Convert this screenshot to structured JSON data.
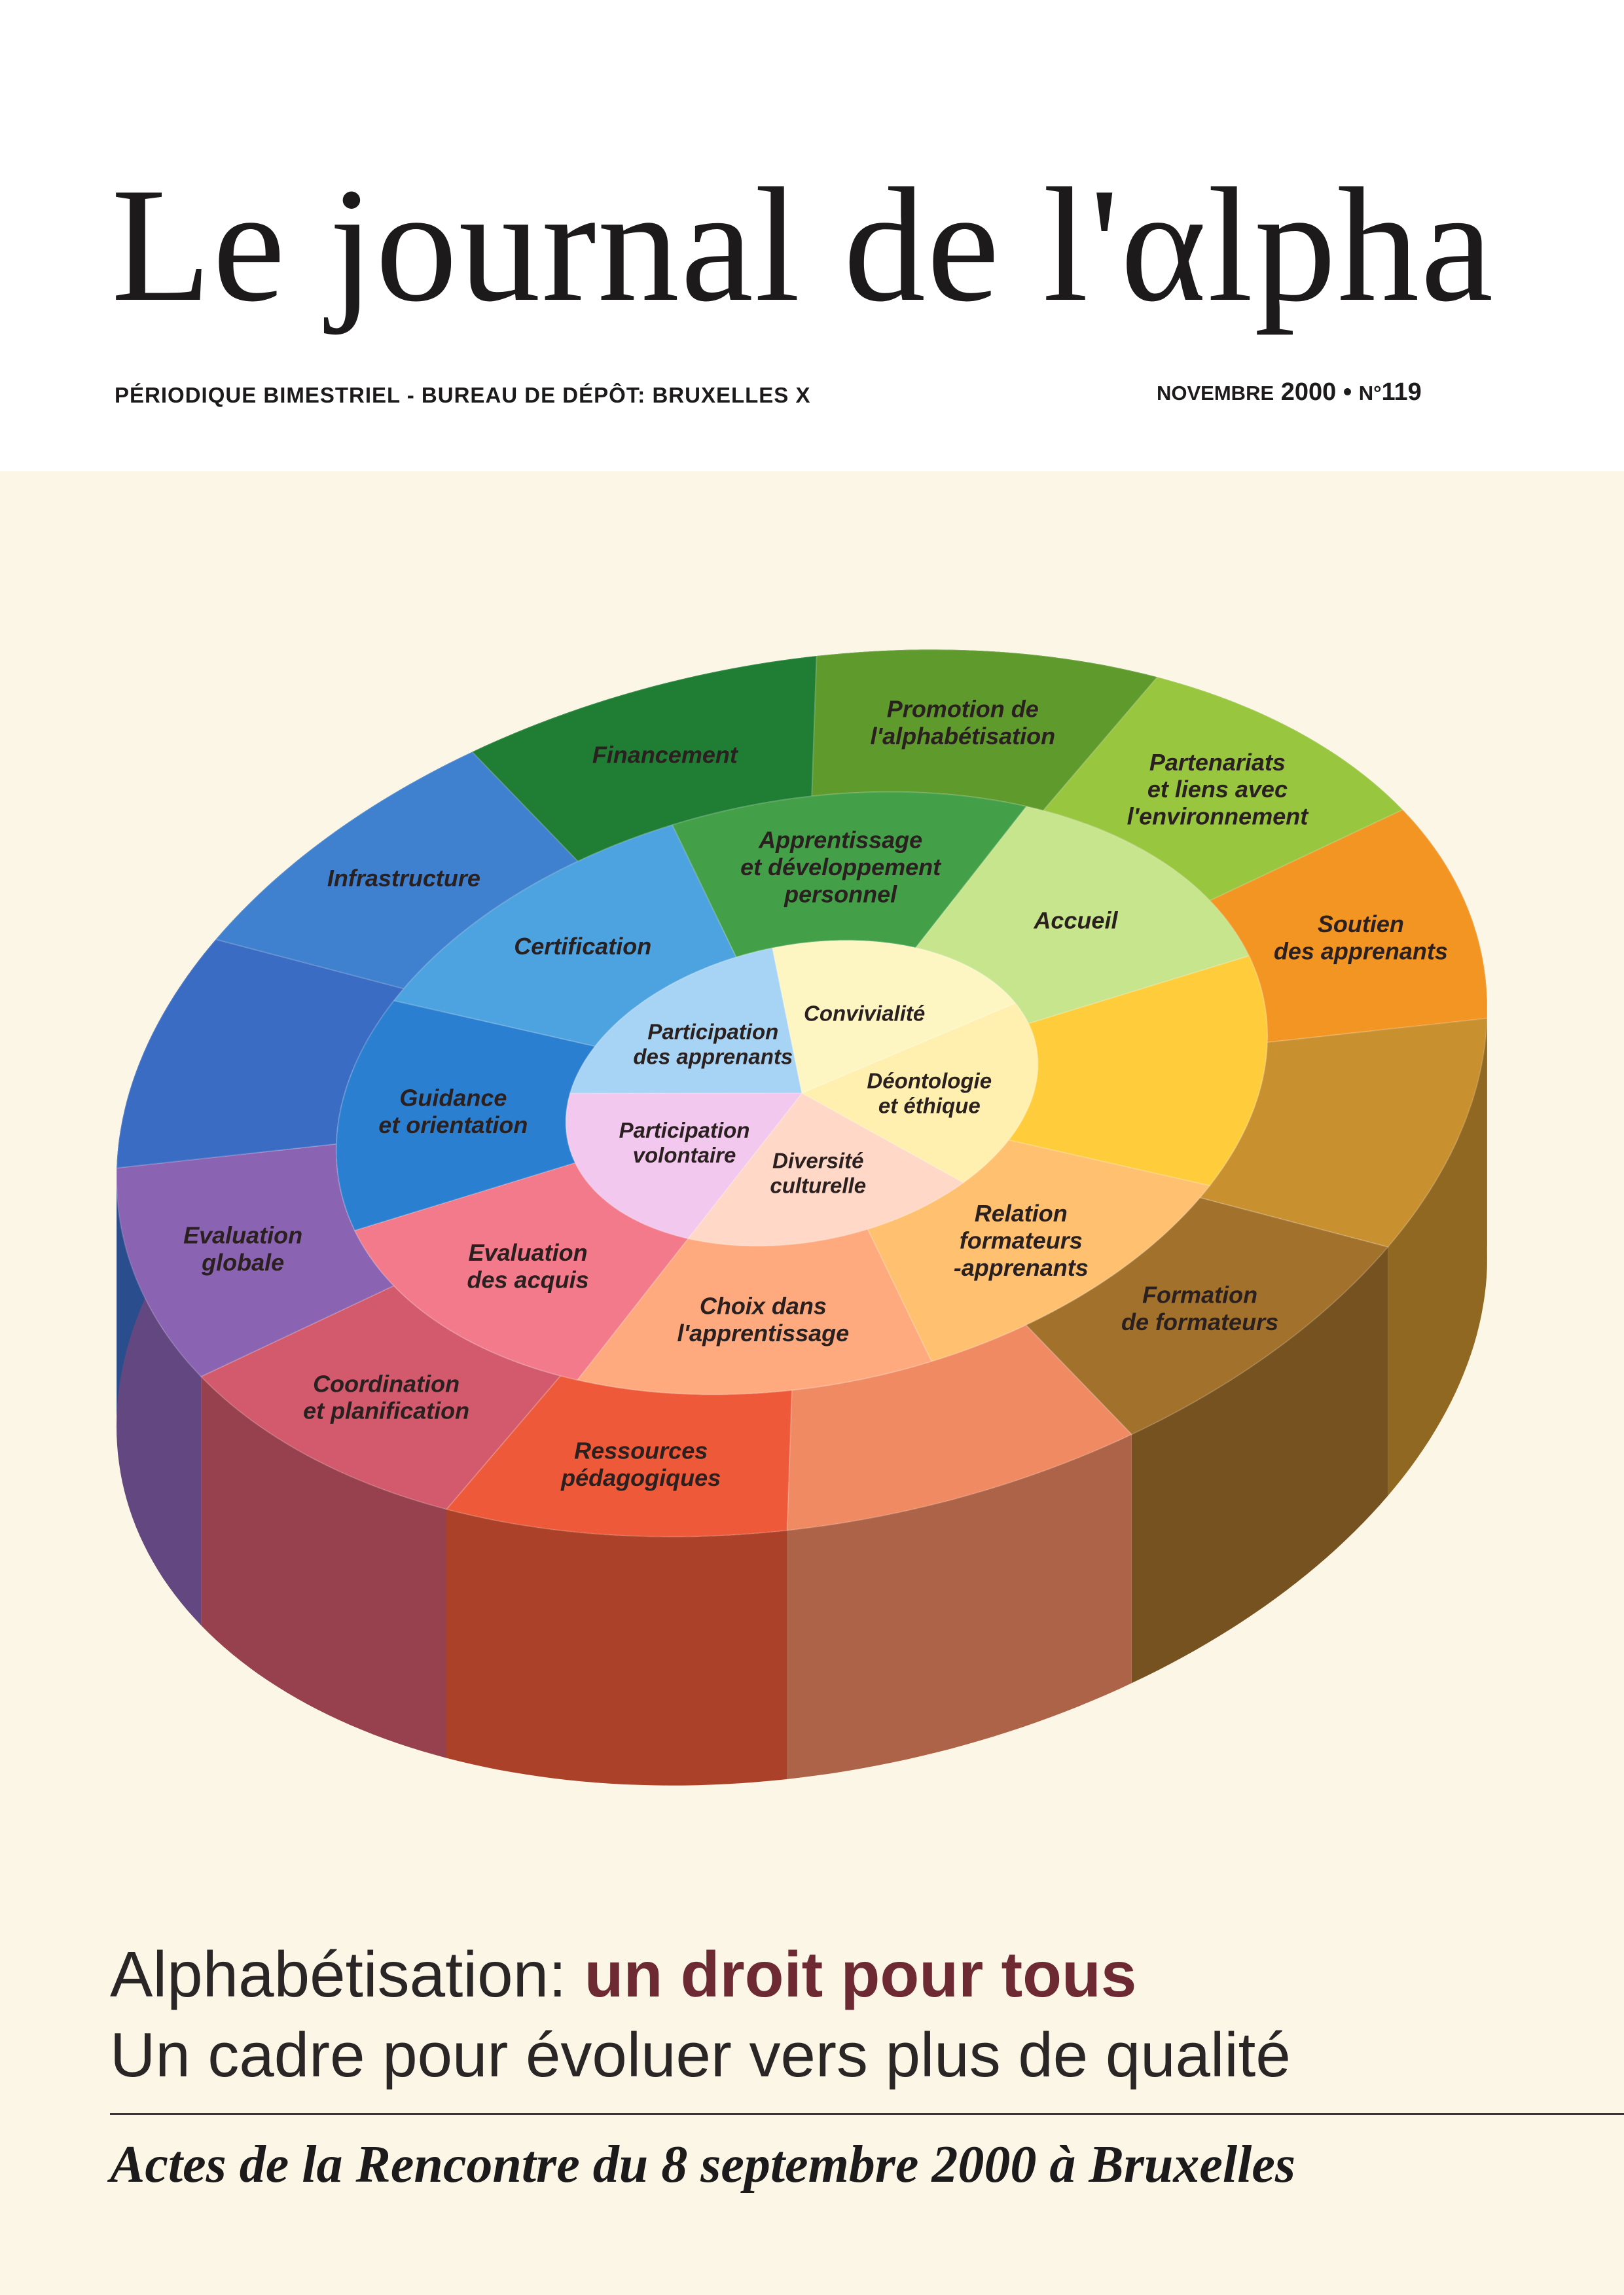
{
  "masthead": {
    "title_prefix": "Le journal de l'",
    "title_suffix": "lpha",
    "alpha_glyph": "α",
    "periodical": "PÉRIODIQUE BIMESTRIEL - BUREAU DE DÉPÔT: BRUXELLES X",
    "issue_month": "NOVEMBRE",
    "issue_year": "2000",
    "issue_sep": "•",
    "issue_no_prefix": "N°",
    "issue_no": "119"
  },
  "diagram": {
    "outer_ring": [
      {
        "label": "Financement",
        "color": "#1f7e34"
      },
      {
        "label": "Promotion de\nl'alphabétisation",
        "color": "#5f9a2c"
      },
      {
        "label": "Partenariats\net liens avec\nl'environnement",
        "color": "#98c63f"
      },
      {
        "label": "Soutien\ndes apprenants",
        "color": "#f39522"
      },
      {
        "label": "",
        "color": "#c9902f"
      },
      {
        "label": "Formation\nde formateurs",
        "color": "#a2722c"
      },
      {
        "label": "",
        "color": "#f08a62"
      },
      {
        "label": "Ressources\npédagogiques",
        "color": "#ee5a39"
      },
      {
        "label": "Coordination\net planification",
        "color": "#d25a6c"
      },
      {
        "label": "Evaluation\nglobale",
        "color": "#8a63b2"
      },
      {
        "label": "",
        "color": "#3b6cc4"
      },
      {
        "label": "Infrastructure",
        "color": "#3f80cf"
      }
    ],
    "middle_ring": [
      {
        "label": "Apprentissage\net développement\npersonnel",
        "color": "#43a048"
      },
      {
        "label": "Accueil",
        "color": "#c7e58c"
      },
      {
        "label": "",
        "color": "#ffcd3c"
      },
      {
        "label": "Relation\nformateurs\n-apprenants",
        "color": "#ffc070"
      },
      {
        "label": "Choix dans\nl'apprentissage",
        "color": "#ffaa7e"
      },
      {
        "label": "Evaluation\ndes acquis",
        "color": "#f27a8a"
      },
      {
        "label": "Guidance\net orientation",
        "color": "#2b7fd0"
      },
      {
        "label": "Certification",
        "color": "#4da3e0"
      }
    ],
    "inner_ring": [
      {
        "label": "Participation\ndes apprenants",
        "color": "#a7d4f4"
      },
      {
        "label": "Convivialité",
        "color": "#fdf6c3"
      },
      {
        "label": "Déontologie\net éthique",
        "color": "#fff0b0"
      },
      {
        "label": "Diversité\nculturelle",
        "color": "#ffd8c8"
      },
      {
        "label": "Participation\nvolontaire",
        "color": "#f3c8ef"
      }
    ]
  },
  "headline": {
    "lead": "Alphabétisation: ",
    "accent": "un droit pour tous",
    "accent_color": "#6e2a33",
    "subline": "Un cadre pour évoluer vers plus de qualité"
  },
  "footer": {
    "proceedings": "Actes de la Rencontre du 8 septembre 2000 à Bruxelles"
  }
}
